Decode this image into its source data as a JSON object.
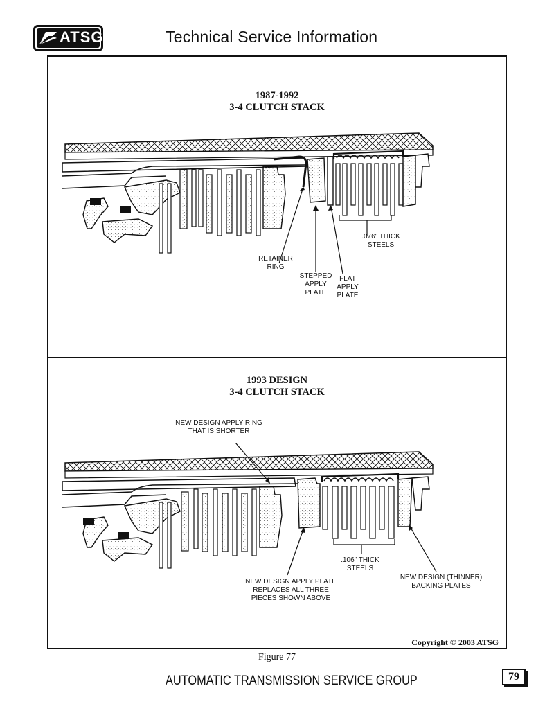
{
  "header": {
    "logo_text": "ATSG",
    "title": "Technical Service Information"
  },
  "top_diagram": {
    "heading_line1": "1987-1992",
    "heading_line2": "3-4 CLUTCH STACK",
    "labels": {
      "retainer_ring": [
        "RETAINER",
        "RING"
      ],
      "stepped_apply_plate": [
        "STEPPED",
        "APPLY",
        "PLATE"
      ],
      "flat_apply_plate": [
        "FLAT",
        "APPLY",
        "PLATE"
      ],
      "steels": [
        ".076\" THICK",
        "STEELS"
      ]
    }
  },
  "bottom_diagram": {
    "heading_line1": "1993 DESIGN",
    "heading_line2": "3-4 CLUTCH STACK",
    "labels": {
      "apply_ring": [
        "NEW DESIGN APPLY RING",
        "THAT IS SHORTER"
      ],
      "steels": [
        ".106\" THICK",
        "STEELS"
      ],
      "apply_plate": [
        "NEW DESIGN APPLY PLATE",
        "REPLACES ALL THREE",
        "PIECES SHOWN ABOVE"
      ],
      "backing_plates": [
        "NEW DESIGN (THINNER)",
        "BACKING PLATES"
      ]
    },
    "copyright": "Copyright © 2003 ATSG"
  },
  "caption": "Figure 77",
  "footer": {
    "company": "AUTOMATIC TRANSMISSION SERVICE GROUP",
    "page_number": "79"
  }
}
